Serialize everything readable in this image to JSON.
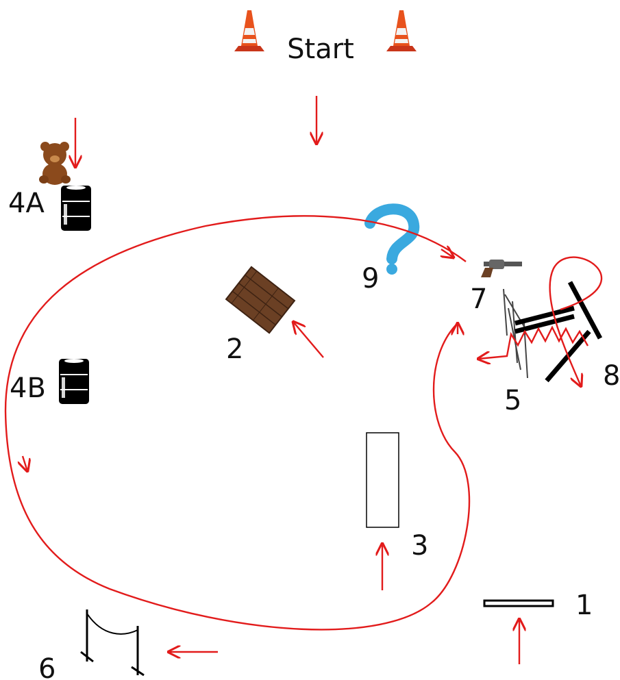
{
  "title": "Start",
  "stations": {
    "s1": "1",
    "s2": "2",
    "s3": "3",
    "s4a": "4A",
    "s4b": "4B",
    "s5": "5",
    "s6": "6",
    "s7": "7",
    "s8": "8",
    "s9": "9"
  },
  "colors": {
    "path": "#e21b1b",
    "cone_orange": "#e8521d",
    "cone_white": "#f3f3f3",
    "crate_wood": "#6b4024",
    "teddy_brown": "#8b4a1c",
    "question_blue": "#3aa9df",
    "barrel": "#000000"
  },
  "icons": [
    "traffic-cone-icon",
    "teddy-bear-icon",
    "oil-barrel-icon",
    "wooden-crate-icon",
    "question-mark-icon",
    "revolver-icon",
    "barricade-fence-icon",
    "jump-poles-icon",
    "rope-gate-icon",
    "plank-icon",
    "rectangle-box-icon"
  ]
}
